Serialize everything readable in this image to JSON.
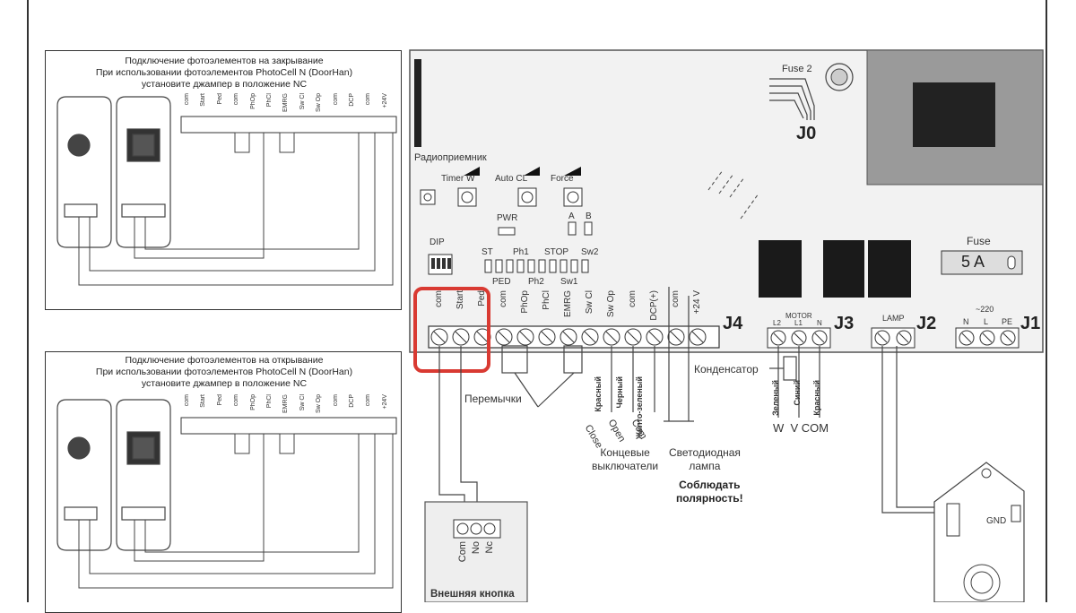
{
  "left_panels": [
    {
      "caption": [
        "Подключение фотоэлементов на закрывание",
        "При использовании фотоэлементов PhotoCell N (DoorHan)",
        "установите джампер в положение NC"
      ],
      "terminals": [
        "com",
        "Start",
        "Ped",
        "com",
        "PhOp",
        "PhCl",
        "EMRG",
        "Sw Cl",
        "Sw Op",
        "com",
        "DCP",
        "com",
        "+24V"
      ]
    },
    {
      "caption": [
        "Подключение фотоэлементов на открывание",
        "При использовании фотоэлементов PhotoCell N (DoorHan)",
        "установите джампер в положение NC"
      ],
      "terminals": [
        "com",
        "Start",
        "Ped",
        "com",
        "PhOp",
        "PhCl",
        "EMRG",
        "Sw Cl",
        "Sw Op",
        "com",
        "DCP",
        "com",
        "+24V"
      ]
    }
  ],
  "board": {
    "fuse2": "Fuse 2",
    "j0": "J0",
    "radio": "Радиоприемник",
    "trimmers": [
      "Timer W",
      "Auto CL",
      "Force"
    ],
    "pwr": "PWR",
    "ab": [
      "A",
      "B"
    ],
    "dip": "DIP",
    "leds_top": [
      "ST",
      "Ph1",
      "STOP",
      "Sw2"
    ],
    "leds_bottom": [
      "PED",
      "Ph2",
      "Sw1"
    ],
    "fuse": "Fuse",
    "fuse_value": "5 A",
    "j4_terminals": [
      "com",
      "Start",
      "Ped",
      "com",
      "PhOp",
      "PhCl",
      "EMRG",
      "Sw Cl",
      "Sw Op",
      "com",
      "DCP(+)",
      "com",
      "+24 V"
    ],
    "j4": "J4",
    "motor": "MOTOR",
    "motor_terminals": [
      "L2",
      "L1",
      "N"
    ],
    "j3": "J3",
    "lamp": "LAMP",
    "j2": "J2",
    "mains": "~220",
    "mains_terminals": [
      "N",
      "L",
      "PE"
    ],
    "j1": "J1"
  },
  "annotations": {
    "jumpers": "Перемычки",
    "capacitor": "Конденсатор",
    "limit_wires": [
      "Красный",
      "Черный",
      "Желто-зеленый"
    ],
    "limit_signals": [
      "Close",
      "Open",
      "Com"
    ],
    "limit_switches": [
      "Концевые",
      "выключатели"
    ],
    "led_lamp": [
      "Светодиодная",
      "лампа"
    ],
    "polarity": [
      "Соблюдать",
      "полярность!"
    ],
    "motor_wires": [
      "Зеленый",
      "Синий",
      "Красный"
    ],
    "motor_labels": "W  V COM",
    "button_terminals": [
      "Com",
      "No",
      "Nc"
    ],
    "external_button": "Внешняя кнопка",
    "gnd": "GND"
  },
  "colors": {
    "highlight": "#d93a32",
    "board": "#f2f2f2",
    "transformer": "#9a9a9a"
  }
}
